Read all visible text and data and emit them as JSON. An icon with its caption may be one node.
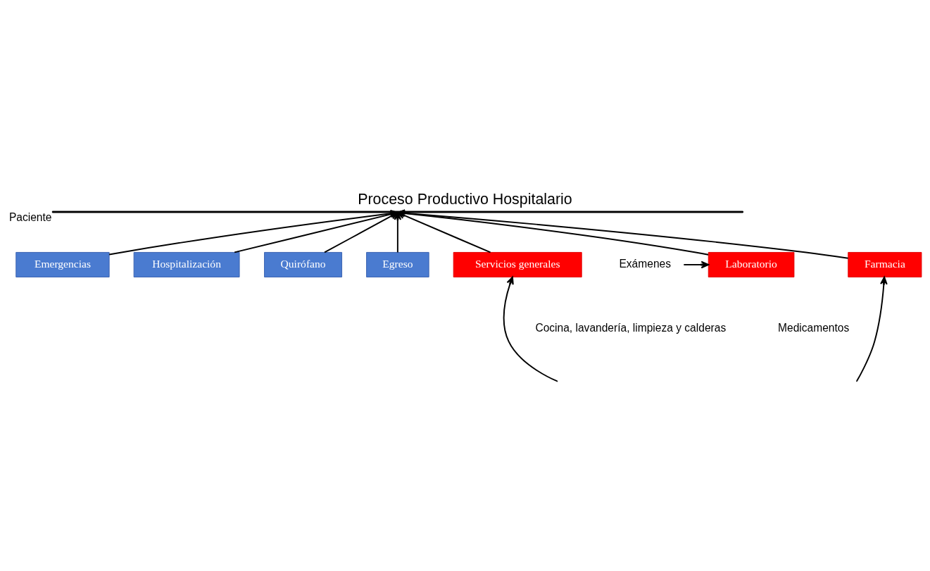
{
  "diagram": {
    "title": "Proceso Productivo Hospitalario",
    "nodes": [
      {
        "text": [],
        "shape": "bar",
        "beside": [
          "Paciente"
        ]
      },
      {
        "text": [
          "Emergencias"
        ]
      },
      {
        "text": [
          "Hospitalización"
        ]
      },
      {
        "text": [
          "Quirófano"
        ]
      },
      {
        "text": [
          "Egreso"
        ]
      },
      {
        "text": [
          "Exámenes"
        ]
      },
      {
        "text": [
          "Laboratorio"
        ]
      },
      {
        "text": [
          "Servicios generales"
        ]
      },
      {
        "text": [
          "Farmacia"
        ]
      }
    ],
    "edges": [
      {
        "from": 1,
        "to": 0,
        "arrow": "to"
      },
      {
        "from": 6,
        "to": 0,
        "arrow": "to"
      },
      {
        "from": 2,
        "to": 0,
        "arrow": "to"
      },
      {
        "from": 7,
        "to": 0,
        "arrow": "to"
      },
      {
        "from": 3,
        "to": 0,
        "arrow": "to"
      },
      {
        "from": 8,
        "to": 0,
        "arrow": "to"
      },
      {
        "from": 4,
        "to": 0,
        "arrow": "to"
      },
      {
        "from": 5,
        "to": 6,
        "arrow": "to"
      },
      {
        "from": null,
        "to": 7,
        "arrow": "to"
      },
      {
        "from": null,
        "to": 8,
        "arrow": "to"
      }
    ],
    "labels": [
      "Cocina, lavandería, limpieza y calderas",
      "Medicamentos"
    ]
  }
}
